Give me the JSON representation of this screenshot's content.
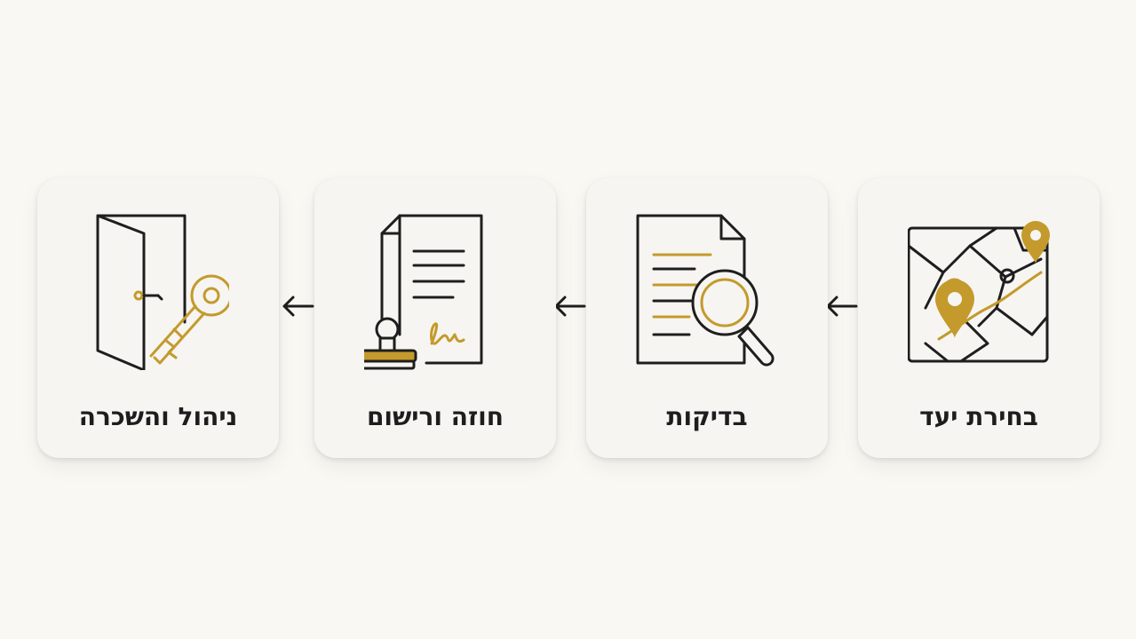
{
  "steps": [
    {
      "label": "בחירת יעד",
      "icon": "map-pin-icon"
    },
    {
      "label": "בדיקות",
      "icon": "document-search-icon"
    },
    {
      "label": "חוזה ורישום",
      "icon": "contract-stamp-icon"
    },
    {
      "label": "ניהול והשכרה",
      "icon": "door-key-icon"
    }
  ],
  "colors": {
    "accent": "#c49a2c",
    "ink": "#1e1e1e",
    "background": "#faf8f3",
    "card": "#f6f5f2"
  }
}
